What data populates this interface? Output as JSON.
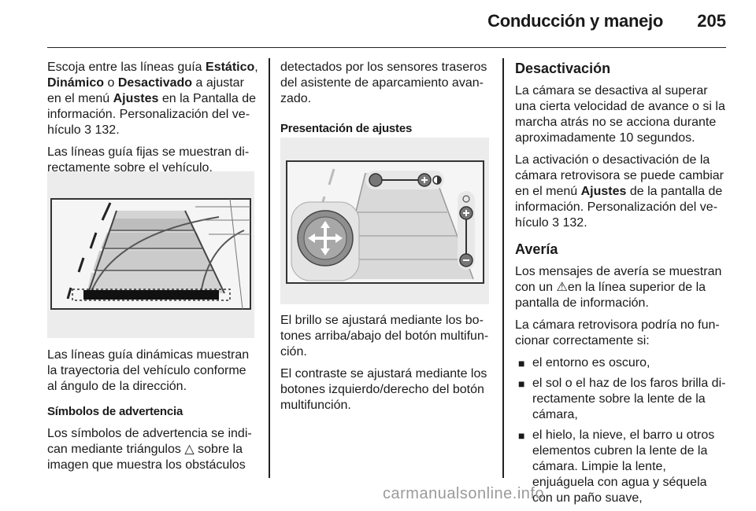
{
  "header": {
    "title": "Conducción y manejo",
    "page_number": "205"
  },
  "col1": {
    "p1": {
      "t1": "Escoja entre las líneas guía ",
      "b1": "Estático",
      "t2": ",",
      "b2": "Dinámico",
      "t3": " o ",
      "b3": "Desactivado",
      "t4": " a ajustar en el menú ",
      "b4": "Ajustes",
      "t5": " en la Pantalla de in­formación. Personalización del ve­hículo ",
      "ref": "3",
      "t6": " 132."
    },
    "p2": "Las líneas guía fijas se muestran di­rectamente sobre el vehículo.",
    "p3": "Las líneas guía dinámicas muestran la trayectoria del vehículo conforme al ángulo de la dirección.",
    "warning_heading": "Símbolos de advertencia",
    "p4": {
      "t1": "Los símbolos de advertencia se indi­can mediante triángulos ",
      "sym": "△",
      "t2": " sobre la imagen que muestra los obstáculos"
    }
  },
  "col2": {
    "p1": "detectados por los sensores traseros del asistente de aparcamiento avan­zado.",
    "settings_heading": "Presentación de ajustes",
    "p2": "El brillo se ajustará mediante los bo­tones arriba/abajo del botón multifun­ción.",
    "p3": "El contraste se ajustará mediante los botones izquierdo/derecho del botón multifunción."
  },
  "col3": {
    "deact_heading": "Desactivación",
    "p1": "La cámara se desactiva al superar una cierta velocidad de avance o si la marcha atrás no se acciona durante aproximadamente 10 segundos.",
    "p2": {
      "t1": "La activación o desactivación de la cámara retrovisora se puede cambiar en el menú ",
      "b1": "Ajustes",
      "t2": " de la pantalla de información. Personalización del ve­hículo ",
      "ref": "3",
      "t3": " 132."
    },
    "fault_heading": "Avería",
    "p3": {
      "t1": "Los mensajes de avería se muestran con un ",
      "sym": "⚠",
      "t2": "en la línea superior de la pantalla de información."
    },
    "p4": "La cámara retrovisora podría no fun­cionar correctamente si:",
    "bullets": [
      "el entorno es oscuro,",
      "el sol o el haz de los faros brilla di­rectamente sobre la lente de la cá­mara,",
      "el hielo, la nieve, el barro u otros elementos cubren la lente de la cá­mara. Limpie la lente, enjuáguela con agua y séquela con un paño suave,"
    ],
    "bullet_glyph": "■"
  },
  "footer": {
    "watermark": "carmanualsonline.info"
  }
}
